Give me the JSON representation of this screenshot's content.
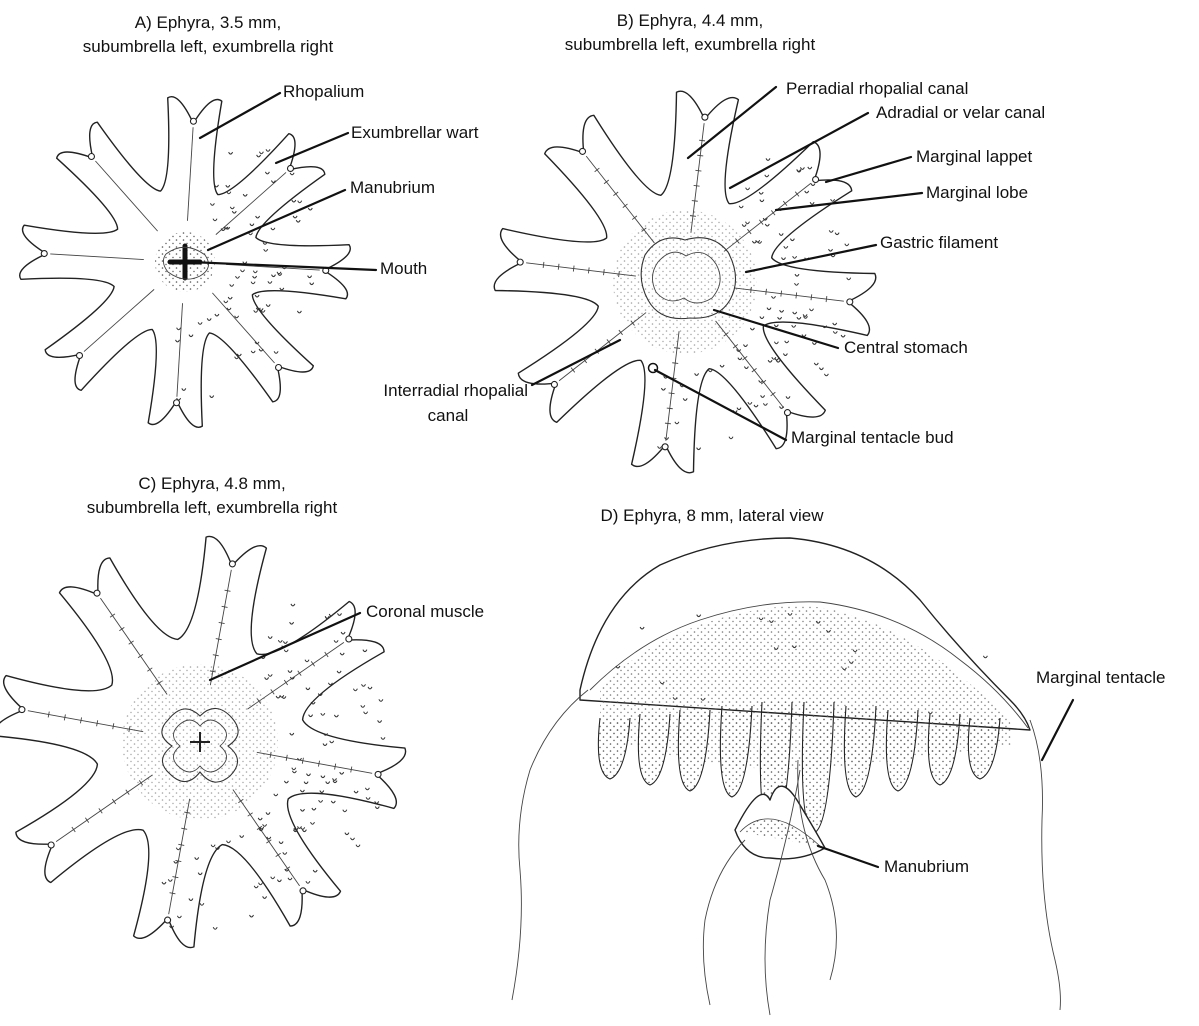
{
  "panels": {
    "a": {
      "title_line1": "A) Ephyra, 3.5 mm,",
      "title_line2": "subumbrella left, exumbrella right",
      "labels": {
        "rhopalium": "Rhopalium",
        "exumbrellar_wart": "Exumbrellar wart",
        "manubrium": "Manubrium",
        "mouth": "Mouth"
      }
    },
    "b": {
      "title_line1": "B) Ephyra, 4.4 mm,",
      "title_line2": "subumbrella left, exumbrella right",
      "labels": {
        "perradial_rhopalial_canal": "Perradial rhopalial canal",
        "adradial_or_velar_canal": "Adradial or velar canal",
        "marginal_lappet": "Marginal lappet",
        "marginal_lobe": "Marginal lobe",
        "gastric_filament": "Gastric filament",
        "central_stomach": "Central stomach",
        "interradial_rhopalial_canal_line1": "Interradial rhopalial",
        "interradial_rhopalial_canal_line2": "canal",
        "marginal_tentacle_bud": "Marginal tentacle bud"
      }
    },
    "c": {
      "title_line1": "C) Ephyra, 4.8 mm,",
      "title_line2": "subumbrella left, exumbrella right",
      "labels": {
        "coronal_muscle": "Coronal muscle"
      }
    },
    "d": {
      "title": "D) Ephyra, 8 mm, lateral view",
      "labels": {
        "marginal_tentacle": "Marginal tentacle",
        "manubrium": "Manubrium"
      }
    }
  },
  "colors": {
    "ink": "#111111",
    "background": "#ffffff"
  }
}
